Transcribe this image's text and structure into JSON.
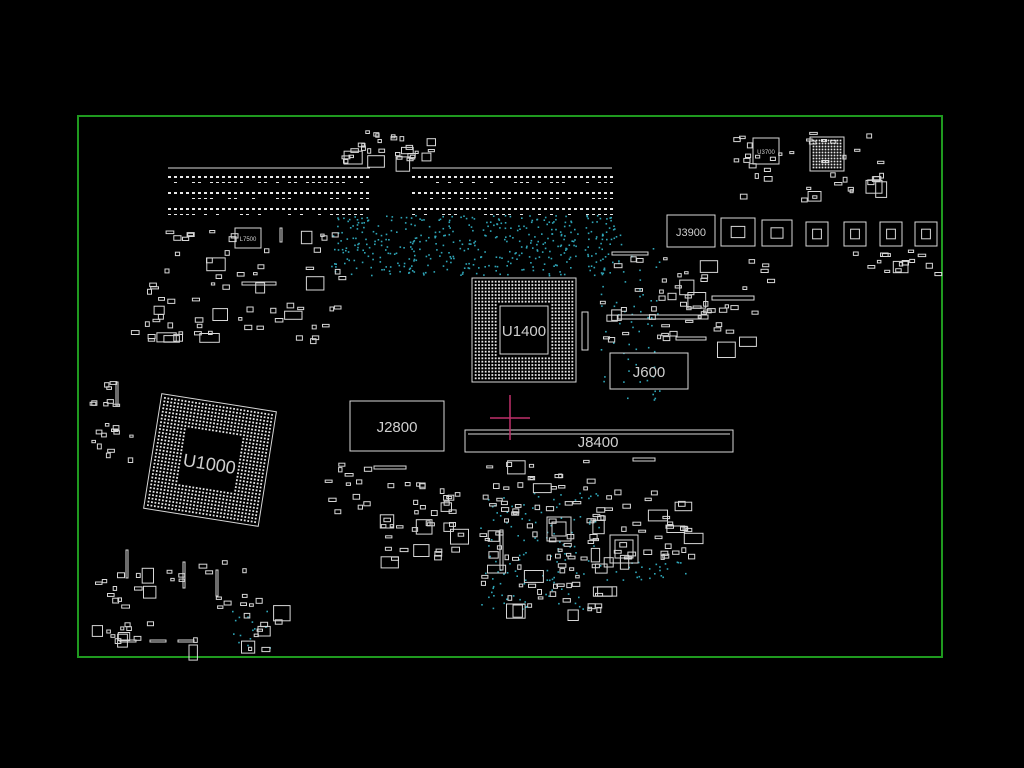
{
  "board": {
    "outline_color": "#1f9a1f",
    "part_color": "#d8d8d8",
    "via_color": "#2fa6b8",
    "probe_color": "#c0306a",
    "background": "#000000"
  },
  "labels": {
    "j3900": "J3900",
    "u1400": "U1400",
    "j600": "J600",
    "j2800": "J2800",
    "j8400": "J8400",
    "u1000": "U1000",
    "u3700": "U3700",
    "l7500": "L7500"
  }
}
